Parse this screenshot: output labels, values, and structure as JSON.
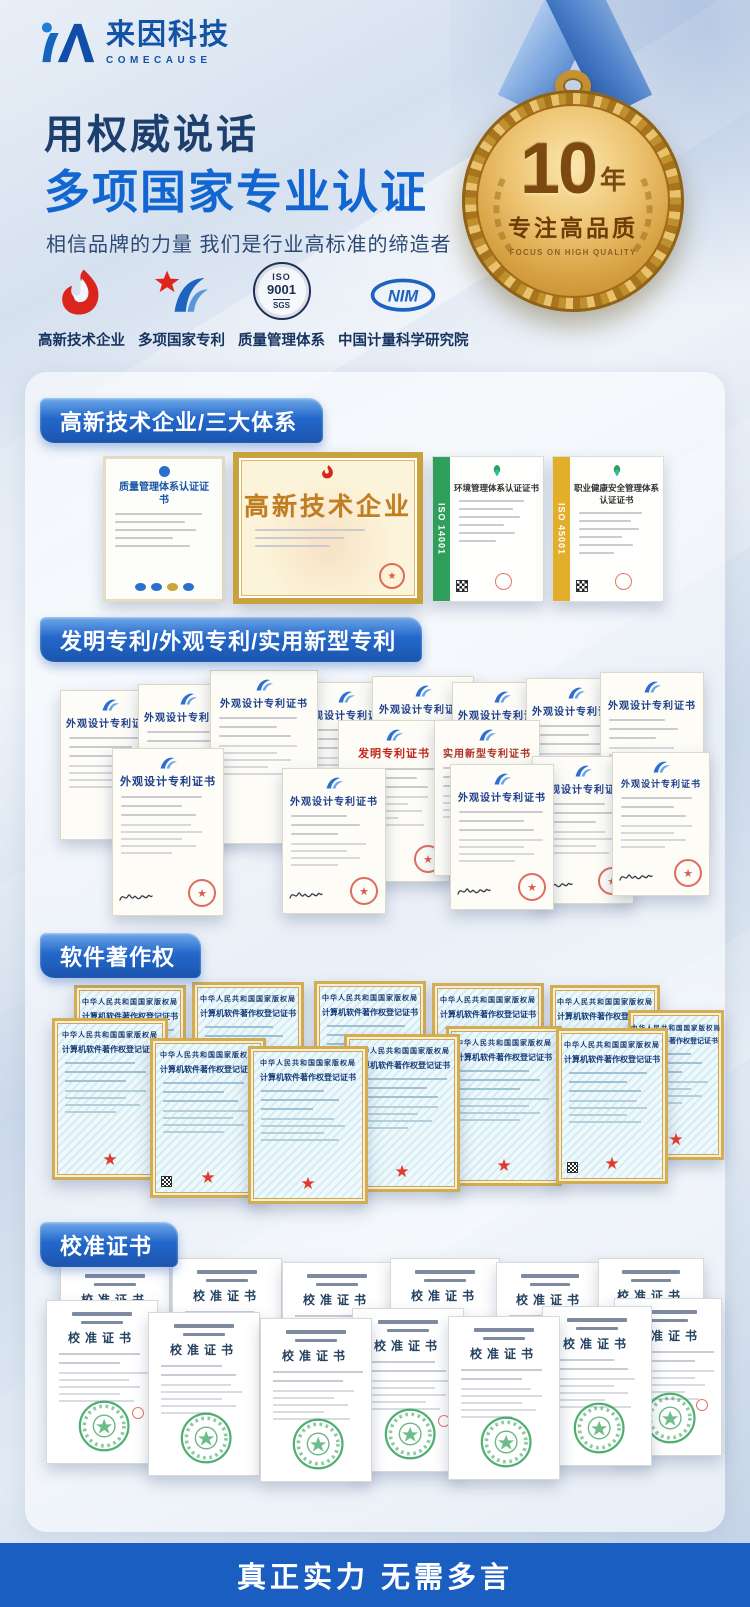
{
  "brand": {
    "name": "来因科技",
    "name_en": "COMECAUSE"
  },
  "hero": {
    "title": "用权威说话",
    "subtitle": "多项国家专业认证",
    "tagline": "相信品牌的力量 我们是行业高标准的缔造者"
  },
  "medal": {
    "number": "10",
    "unit": "年",
    "caption": "专注高品质",
    "caption_en": "FOCUS ON HIGH QUALITY"
  },
  "credentials": {
    "items": [
      {
        "icon": "hightech-torch-icon",
        "label": "高新技术企业"
      },
      {
        "icon": "patent-star-icon",
        "label": "多项国家专利"
      },
      {
        "icon": "iso9001-sgs-icon",
        "label": "质量管理体系",
        "icon_text_top": "ISO",
        "icon_text_mid": "9001",
        "icon_text_bottom": "SGS"
      },
      {
        "icon": "nim-logo-icon",
        "label": "中国计量科学研究院",
        "icon_text": "NIM"
      }
    ]
  },
  "sections": {
    "certwall": {
      "title": "高新技术企业/三大体系",
      "quality": {
        "title": "质量管理体系认证证书"
      },
      "hightech": {
        "title": "高新技术企业"
      },
      "iso14001": {
        "strip": "ISO 14001",
        "title": "环境管理体系认证证书"
      },
      "iso45001": {
        "strip": "ISO 45001",
        "title": "职业健康安全管理体系认证证书"
      }
    },
    "patents": {
      "title": "发明专利/外观专利/实用新型专利",
      "kinds": {
        "design": "外观设计专利证书",
        "invention": "发明专利证书",
        "utility": "实用新型专利证书"
      },
      "items": [
        "design",
        "design",
        "design",
        "design",
        "design",
        "design",
        "design",
        "design",
        "invention",
        "utility",
        "design",
        "design",
        "design",
        "design",
        "design"
      ]
    },
    "software": {
      "title": "软件著作权",
      "cert_header": "中华人民共和国国家版权局",
      "cert_title": "计算机软件著作权登记证书",
      "count": 12
    },
    "calibration": {
      "title": "校准证书",
      "cert_title": "校准证书",
      "count": 13
    }
  },
  "footer": {
    "text": "真正实力 无需多言"
  },
  "colors": {
    "accent_blue": "#1266d2",
    "navy_text": "#1d3f6e",
    "pill_blue": "#2468cb",
    "footer_blue": "#1a5ec2",
    "medal_gold": "#d9a944",
    "cert_gold_frame": "#c9a23c",
    "seal_red": "#d63e2e",
    "stamp_green": "#2f9e57"
  }
}
